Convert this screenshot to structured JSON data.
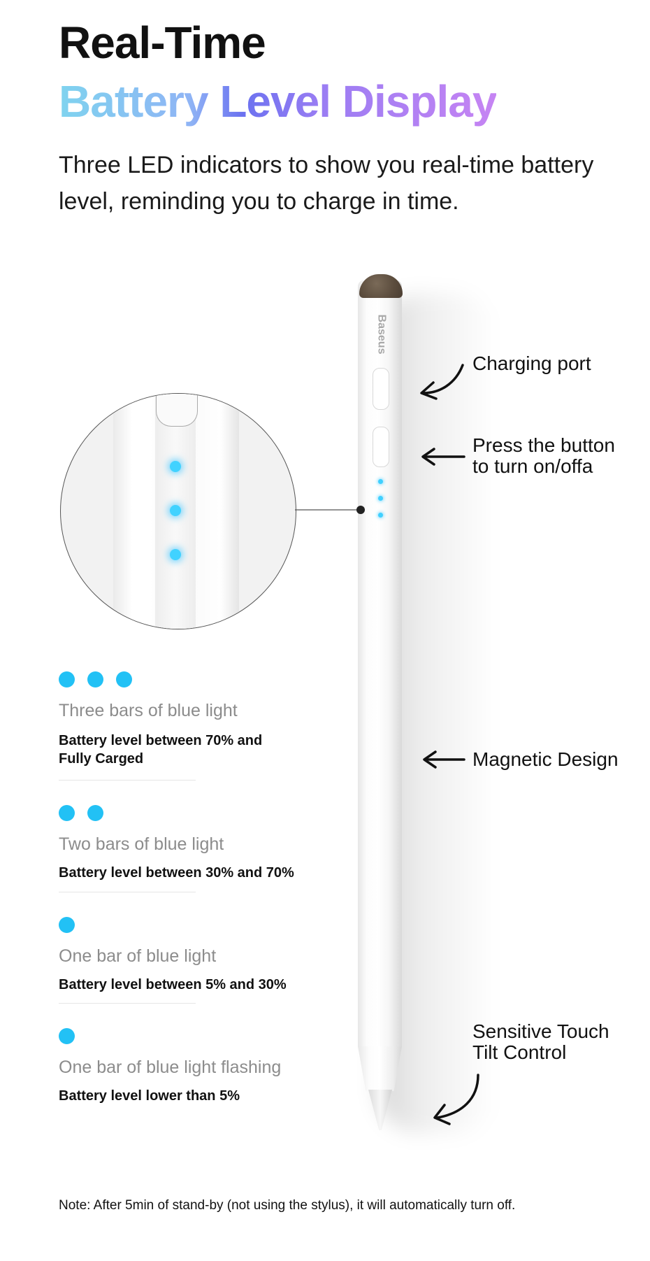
{
  "header": {
    "title_line1": "Real-Time",
    "title_line2": "Battery Level Display",
    "subtitle": "Three LED indicators to show you real-time battery level, reminding you to charge in time."
  },
  "pen": {
    "brand": "Baseus"
  },
  "callouts": {
    "charging_port": "Charging port",
    "power_button_line1": "Press the button",
    "power_button_line2": "to turn on/offa",
    "magnetic": "Magnetic Design",
    "touch_line1": "Sensitive Touch",
    "touch_line2": "Tilt Control"
  },
  "legend": [
    {
      "dots": 3,
      "title": "Three bars of blue light",
      "desc_line1": "Battery level between 70% and",
      "desc_line2": "Fully Carged"
    },
    {
      "dots": 2,
      "title": "Two bars of blue light",
      "desc_line1": "Battery level between 30% and 70%",
      "desc_line2": ""
    },
    {
      "dots": 1,
      "title": "One bar of blue light",
      "desc_line1": "Battery level between 5% and 30%",
      "desc_line2": ""
    },
    {
      "dots": 1,
      "title": "One bar of blue light flashing",
      "desc_line1": "Battery level lower than 5%",
      "desc_line2": ""
    }
  ],
  "note": "Note: After 5min of stand-by (not using the stylus), it will automatically turn off.",
  "colors": {
    "led_blue": "#22c1f5",
    "gradient_start": "#7fd3ef",
    "gradient_end": "#c684f3"
  }
}
